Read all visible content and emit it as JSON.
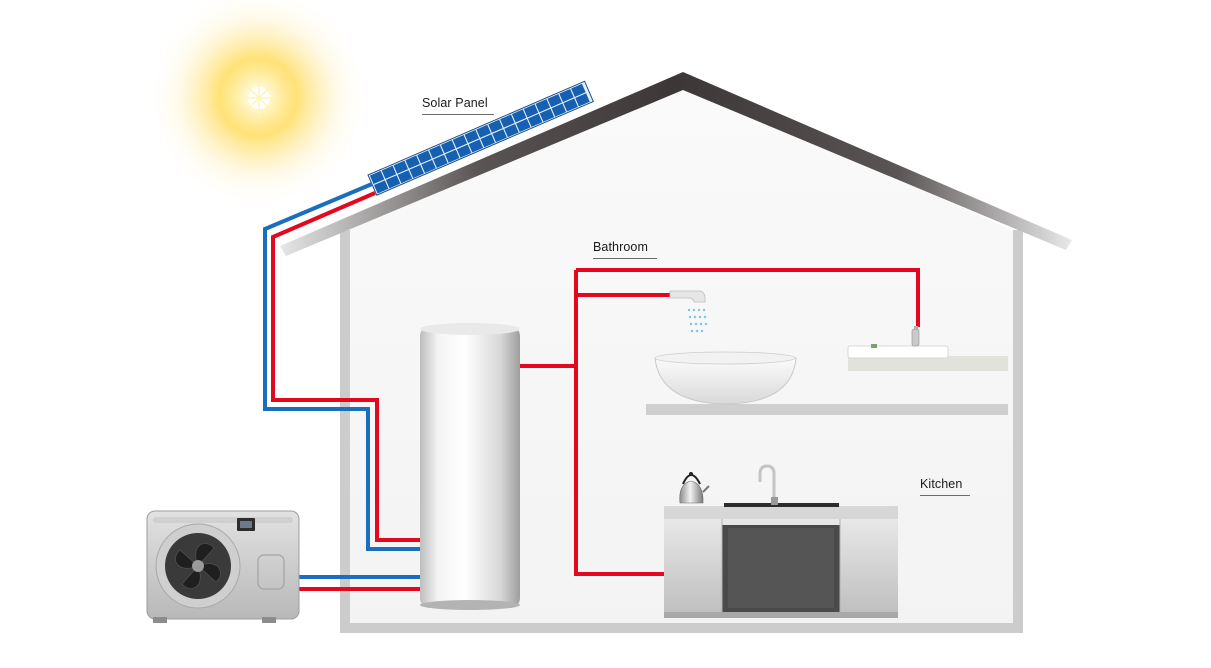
{
  "labels": {
    "solar_panel": "Solar Panel",
    "bathroom": "Bathroom",
    "kitchen": "Kitchen"
  },
  "colors": {
    "hot_pipe": "#e3081d",
    "cold_pipe": "#1a6ec0",
    "roof": "#4a4444",
    "wall": "#cfcfcf",
    "sun": "#ffd23c",
    "solar_cell": "#1560b0"
  },
  "icons": [
    "sun-icon",
    "solar-panel-icon",
    "heat-pump-icon",
    "water-tank-icon",
    "shower-icon",
    "basin-icon",
    "sink-icon",
    "kettle-icon",
    "faucet-icon",
    "kitchen-cabinet-icon"
  ]
}
